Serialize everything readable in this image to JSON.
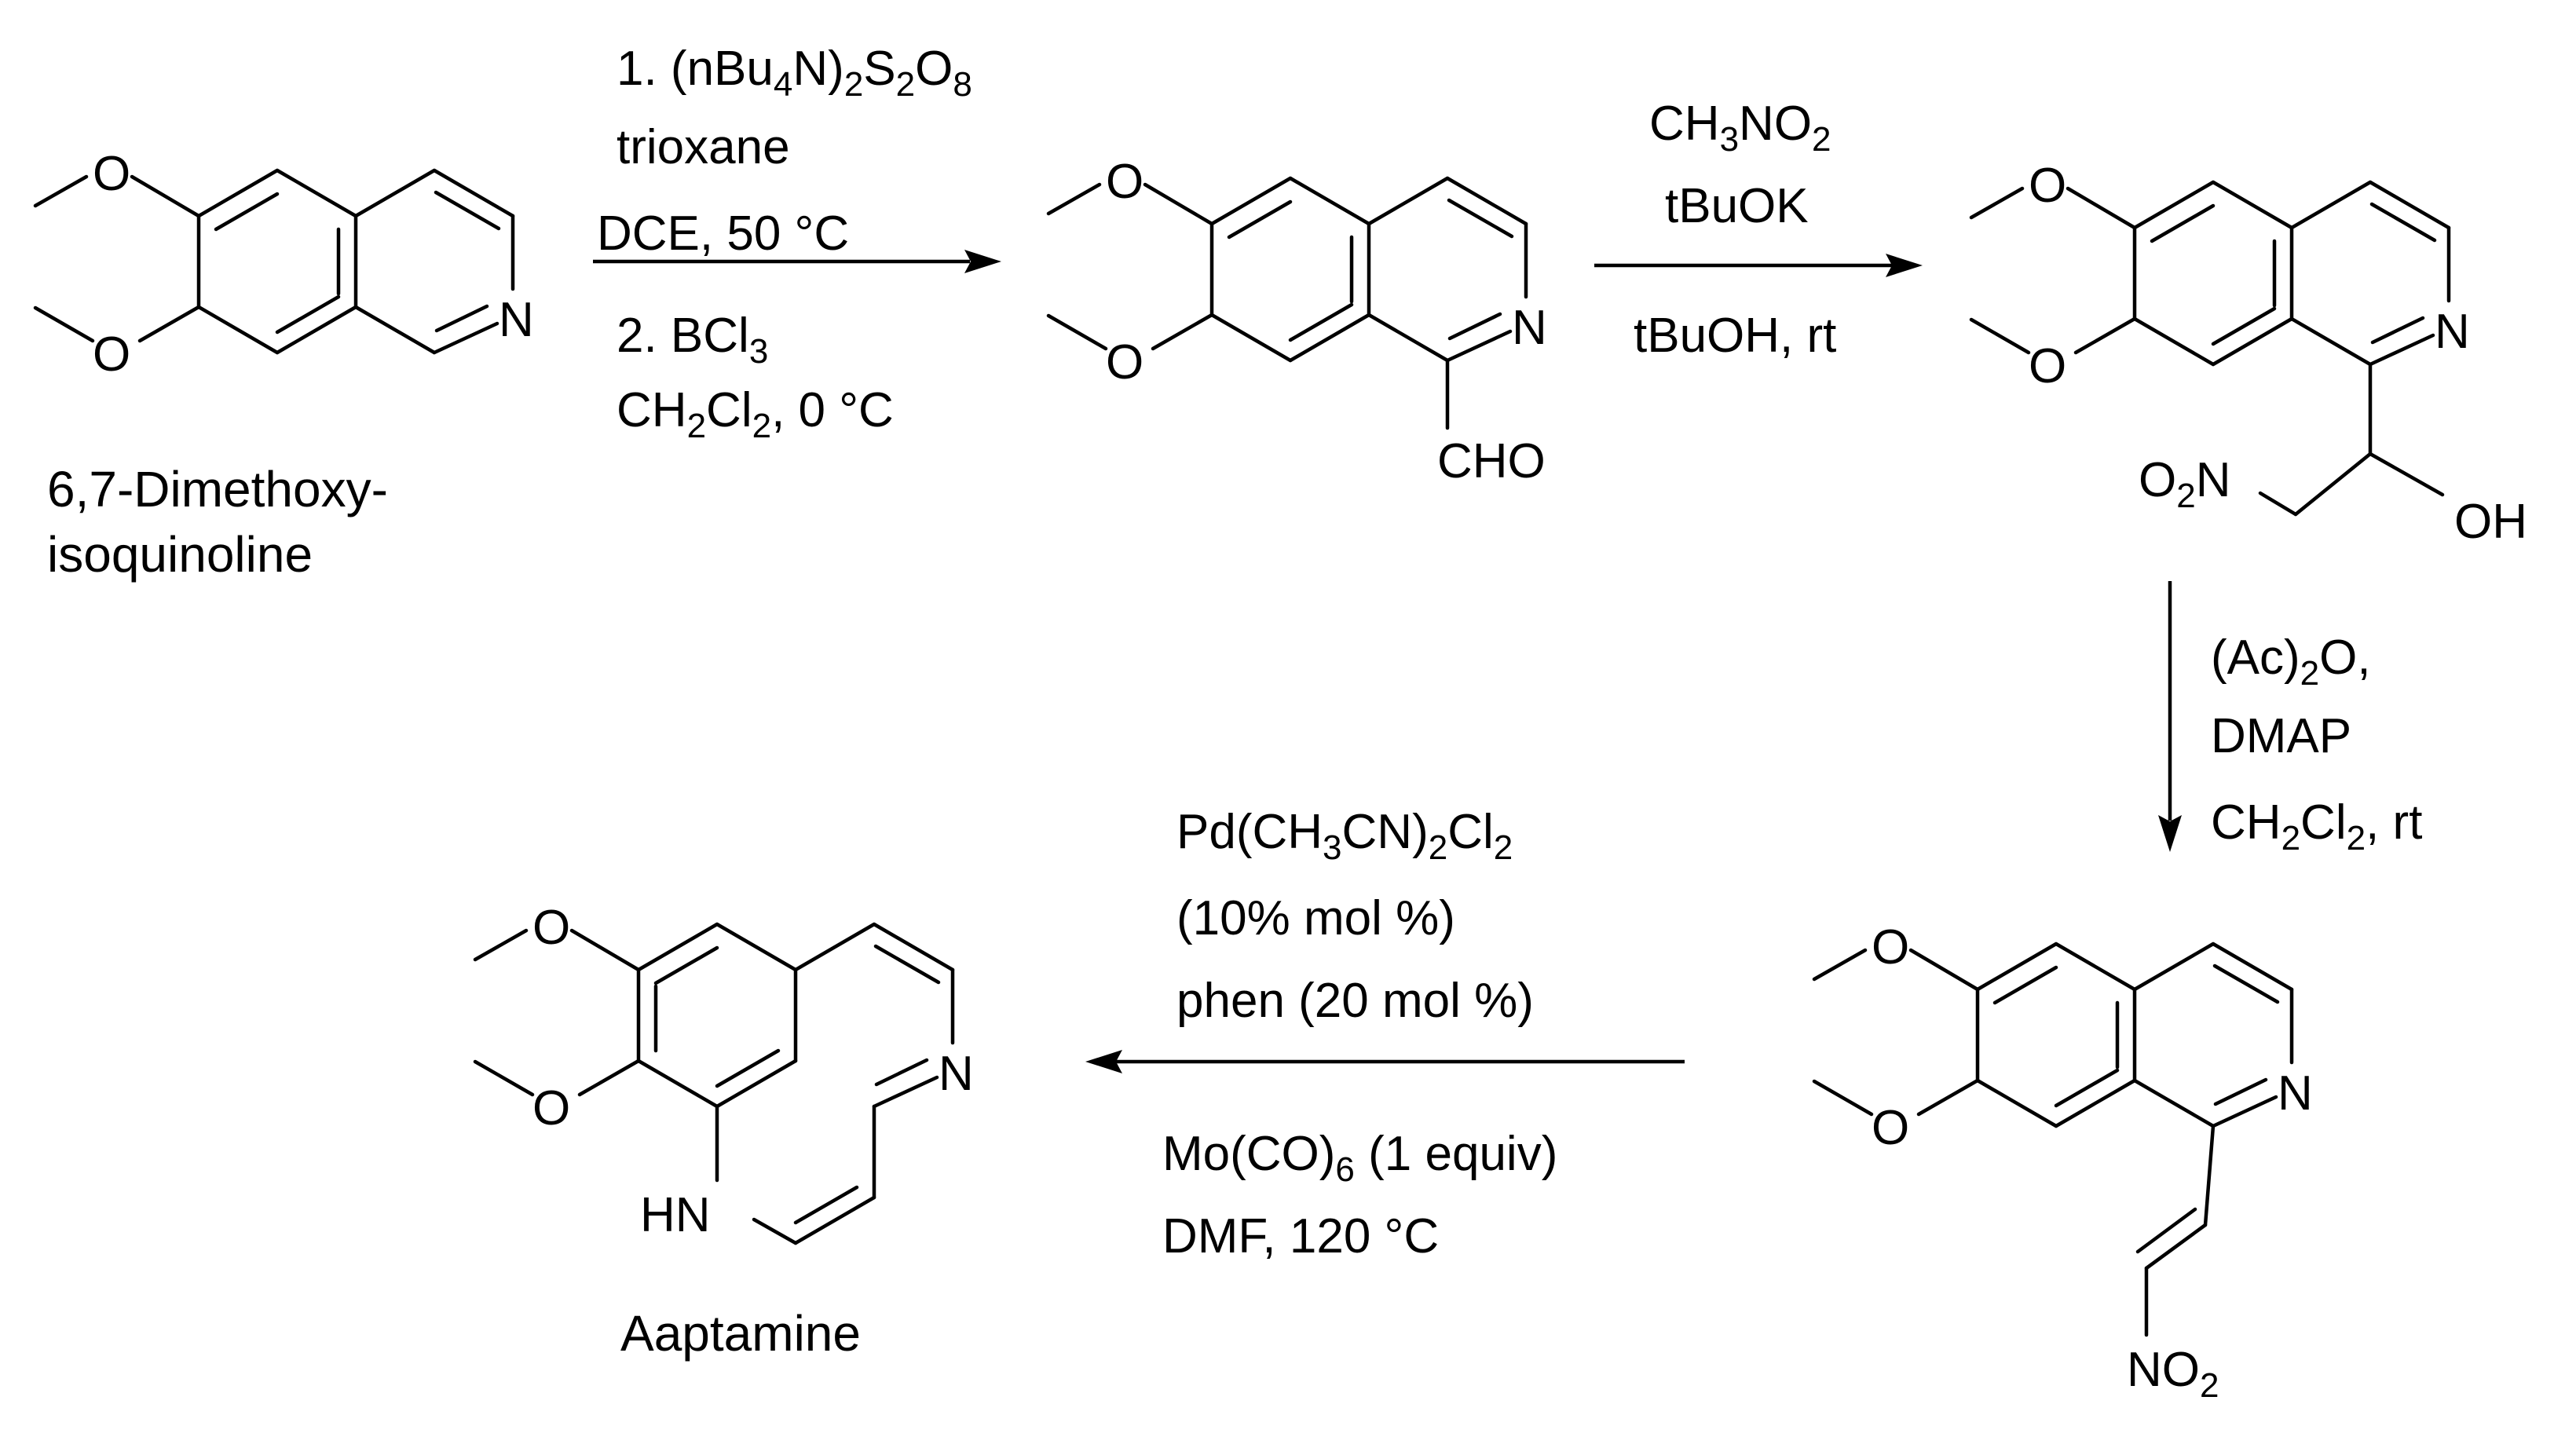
{
  "compounds": {
    "sm": {
      "name_line1": "6,7-Dimethoxy-",
      "name_line2": "isoquinoline",
      "atoms": {
        "o_upper": "O",
        "o_lower": "O",
        "n_ring": "N"
      }
    },
    "aldehyde": {
      "atoms": {
        "o_upper": "O",
        "o_lower": "O",
        "n_ring": "N",
        "cho": "CHO"
      }
    },
    "nitroalcohol": {
      "atoms": {
        "o_upper": "O",
        "o_lower": "O",
        "n_ring": "N",
        "no2_o": "O",
        "no2_sub": "2",
        "no2_n": "N",
        "oh": "OH"
      }
    },
    "nitrovinyl": {
      "atoms": {
        "o_upper": "O",
        "o_lower": "O",
        "n_ring": "N",
        "no2_n": "NO",
        "no2_sub": "2"
      }
    },
    "aaptamine": {
      "name": "Aaptamine",
      "atoms": {
        "o_upper": "O",
        "o_lower": "O",
        "n_ring": "N",
        "hn": "HN"
      }
    }
  },
  "steps": {
    "step1": {
      "l1_a": "1. (nBu",
      "l1_s1": "4",
      "l1_b": "N)",
      "l1_s2": "2",
      "l1_c": "S",
      "l1_s3": "2",
      "l1_d": "O",
      "l1_s4": "8",
      "l2": "trioxane",
      "l3": "DCE, 50 °C",
      "l4_a": "2. BCl",
      "l4_s": "3",
      "l5_a": "CH",
      "l5_s1": "2",
      "l5_b": "Cl",
      "l5_s2": "2",
      "l5_c": ", 0 °C"
    },
    "step2": {
      "l1_a": "CH",
      "l1_s1": "3",
      "l1_b": "NO",
      "l1_s2": "2",
      "l2": "tBuOK",
      "l3": "tBuOH, rt"
    },
    "step3": {
      "l1_a": "(Ac)",
      "l1_s": "2",
      "l1_b": "O,",
      "l2": "DMAP",
      "l3_a": "CH",
      "l3_s1": "2",
      "l3_b": "Cl",
      "l3_s2": "2",
      "l3_c": ", rt"
    },
    "step4": {
      "l1_a": "Pd(CH",
      "l1_s1": "3",
      "l1_b": "CN)",
      "l1_s2": "2",
      "l1_c": "Cl",
      "l1_s3": "2",
      "l2": "(10% mol %)",
      "l3": "phen (20 mol %)",
      "l4_a": "Mo(CO)",
      "l4_s": "6",
      "l4_b": " (1 equiv)",
      "l5": "DMF,  120 °C"
    }
  }
}
